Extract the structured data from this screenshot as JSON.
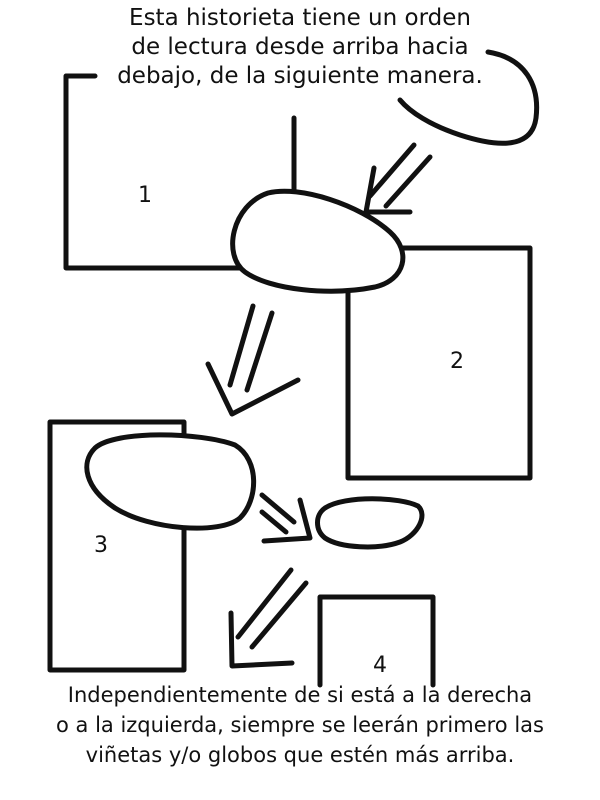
{
  "intro_text": {
    "line1": "Esta historieta tiene un orden",
    "line2": "de lectura desde arriba hacia",
    "line3": "debajo, de la siguiente manera."
  },
  "panels": [
    {
      "label": "1"
    },
    {
      "label": "2"
    },
    {
      "label": "3"
    },
    {
      "label": "4"
    }
  ],
  "outro_text": {
    "line1": "Independientemente de si está a la derecha",
    "line2": "o a la izquierda, siempre se leerán primero las",
    "line3": "viñetas y/o globos que estén más arriba."
  },
  "colors": {
    "ink": "#111111",
    "paper": "#ffffff"
  }
}
